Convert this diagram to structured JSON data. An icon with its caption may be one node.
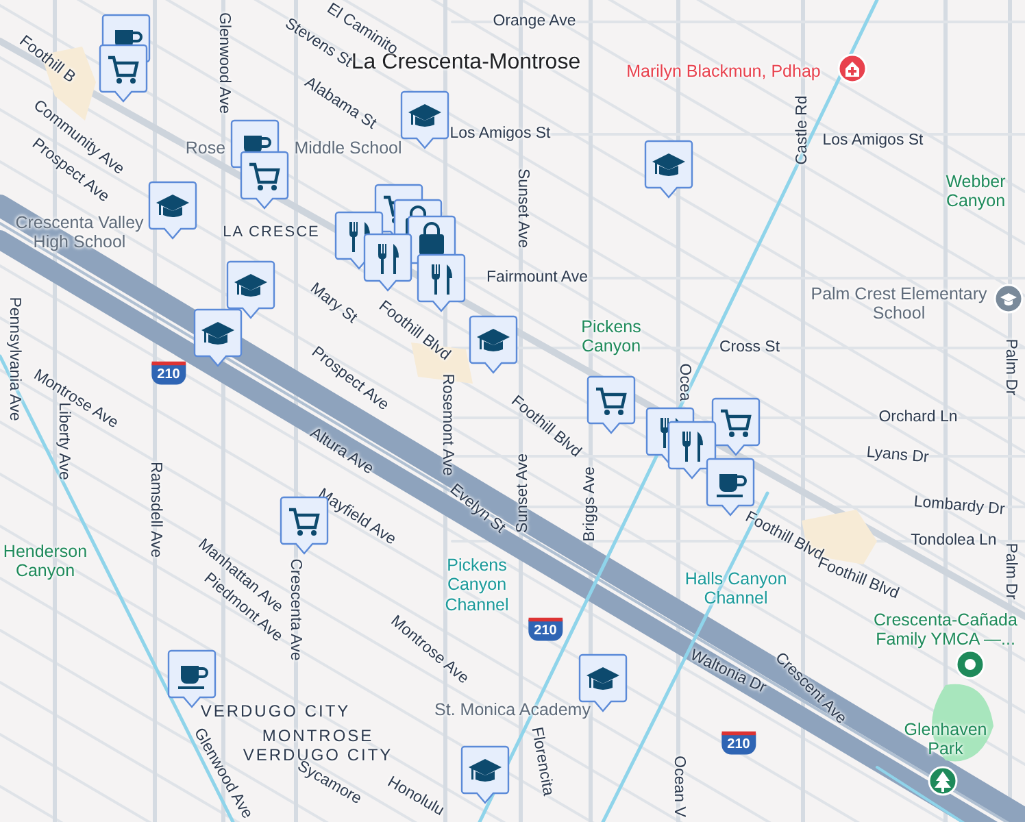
{
  "diagram": {
    "labels": [
      "Orange Ave",
      "La Crescenta-Montrose",
      "Marilyn Blackmun, Pdhap",
      "El Caminito",
      "Stevens St",
      "Alabama St",
      "Los Amigos St",
      "Los Amigos St",
      "Castle Rd",
      "Webber Canyon",
      "Sunset Ave",
      "Fairmount Ave",
      "Palm Crest Elementary School",
      "Pickens Canyon",
      "Cross St",
      "Palm Dr",
      "Orchard Ln",
      "Lyans Dr",
      "Lombardy Dr",
      "Tondolea Ln",
      "Palm Dr",
      "Foothill Blvd",
      "Halls Canyon Channel",
      "Foothill Blvd",
      "Crescenta-Cañada Family YMCA —...",
      "Waltonia Dr",
      "Crescent Ave",
      "Glenhaven Park",
      "Ocea",
      "Ocean V",
      "Sunset Ave",
      "Briggs Ave",
      "Evelyn St",
      "Pickens Canyon Channel",
      "St. Monica Academy",
      "Florencita",
      "Foothill Blvd",
      "Mary St",
      "Foothill B",
      "Community Ave",
      "Prospect Ave",
      "Crescenta Valley High School",
      "LA CRESCE",
      "Glenwood Ave",
      "Rose",
      "Middle School",
      "Prospect Ave",
      "Rosemont Ave",
      "Foothill Blvd",
      "Pennsylvania Ave",
      "Montrose Ave",
      "Liberty Ave",
      "Altura Ave",
      "Mayfield Ave",
      "Ramsdell Ave",
      "Henderson Canyon",
      "Manhattan Ave",
      "Piedmont Ave",
      "Crescenta Ave",
      "Montrose Ave",
      "VERDUGO CITY",
      "MONTROSE VERDUGO CITY",
      "Glenwood Ave",
      "Sycamore",
      "Honolulu",
      "210",
      "210",
      "210"
    ]
  }
}
